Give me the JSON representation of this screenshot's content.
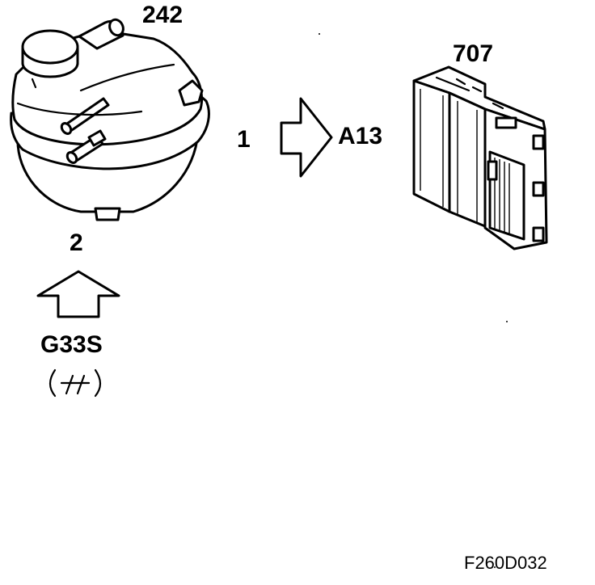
{
  "labels": {
    "tank_part": "242",
    "ecu_part": "707",
    "connector_1_pin": "1",
    "connector_1_target": "A13",
    "connector_2_pin": "2",
    "connector_2_target": "G33S"
  },
  "diagram_code": "F260D032",
  "icons": {
    "ground": "ground-symbol-icon",
    "arrow_right": "arrow-right-icon",
    "arrow_up": "arrow-up-icon"
  }
}
